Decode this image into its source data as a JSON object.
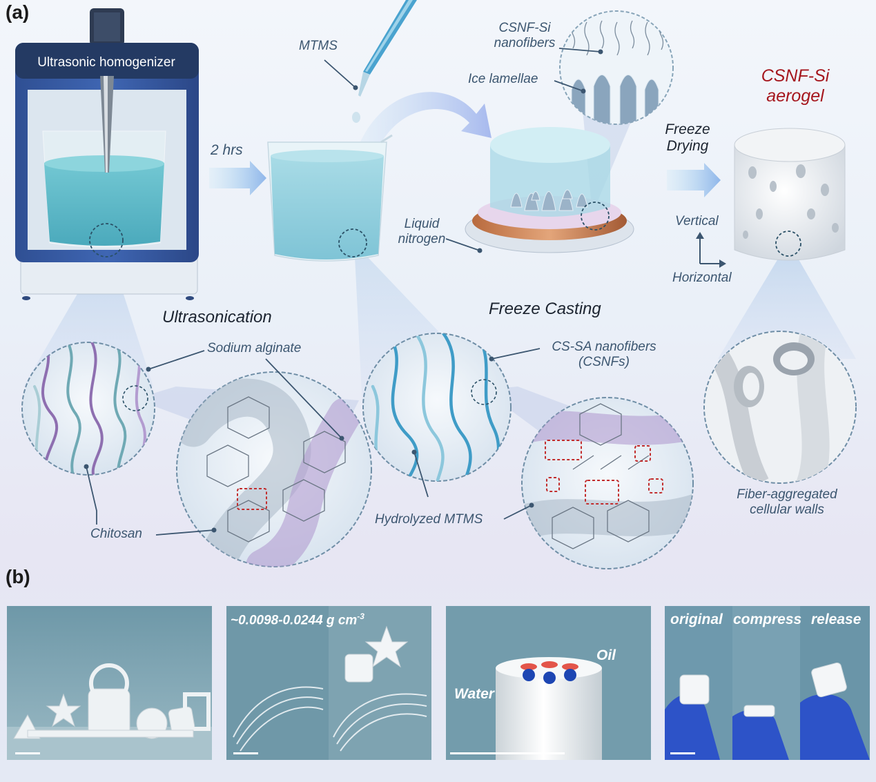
{
  "panels": {
    "a": "(a)",
    "b": "(b)"
  },
  "labels": {
    "homogenizer": "Ultrasonic homogenizer",
    "time": "2 hrs",
    "mtms": "MTMS",
    "csnf_si_nanofibers": "CSNF-Si\nnanofibers",
    "ice_lamellae": "Ice lamellae",
    "liquid_nitrogen": "Liquid\nnitrogen",
    "freeze_drying": "Freeze\nDrying",
    "aerogel": "CSNF-Si\naerogel",
    "vertical": "Vertical",
    "horizontal": "Horizontal",
    "ultrasonication": "Ultrasonication",
    "freeze_casting": "Freeze Casting",
    "sodium_alginate": "Sodium alginate",
    "chitosan": "Chitosan",
    "csnfs": "CS-SA nanofibers\n(CSNFs)",
    "hydrolyzed_mtms": "Hydrolyzed MTMS",
    "cellular_walls": "Fiber-aggregated\ncellular walls"
  },
  "photos": {
    "density": "~0.0098-0.0244 g cm",
    "density_exp": "-3",
    "oil": "Oil",
    "water": "Water",
    "original": "original",
    "compress": "compress",
    "release": "release"
  },
  "colors": {
    "accent_red": "#a5161d",
    "label_blue": "#3c5670",
    "chitosan_fiber": "#6fa9b4",
    "alginate_fiber": "#8e6fb0",
    "csnf_fiber": "#3f9cc7",
    "photo_bg": "#6f98a8"
  }
}
